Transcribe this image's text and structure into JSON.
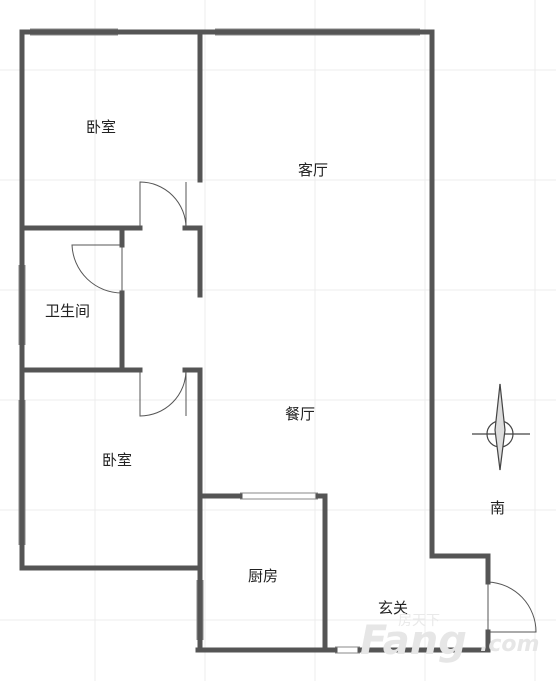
{
  "rooms": {
    "bedroom_top": "卧室",
    "living_room": "客厅",
    "bathroom": "卫生间",
    "dining_room": "餐厅",
    "bedroom_bottom": "卧室",
    "kitchen": "厨房",
    "entrance": "玄关"
  },
  "compass": {
    "label": "南"
  },
  "watermark": {
    "brand_cn": "房天下",
    "brand_en": "Fang",
    "suffix": ".com"
  },
  "colors": {
    "wall": "#555555",
    "grid": "#ececec",
    "wall_light": "#9a9a9a"
  }
}
